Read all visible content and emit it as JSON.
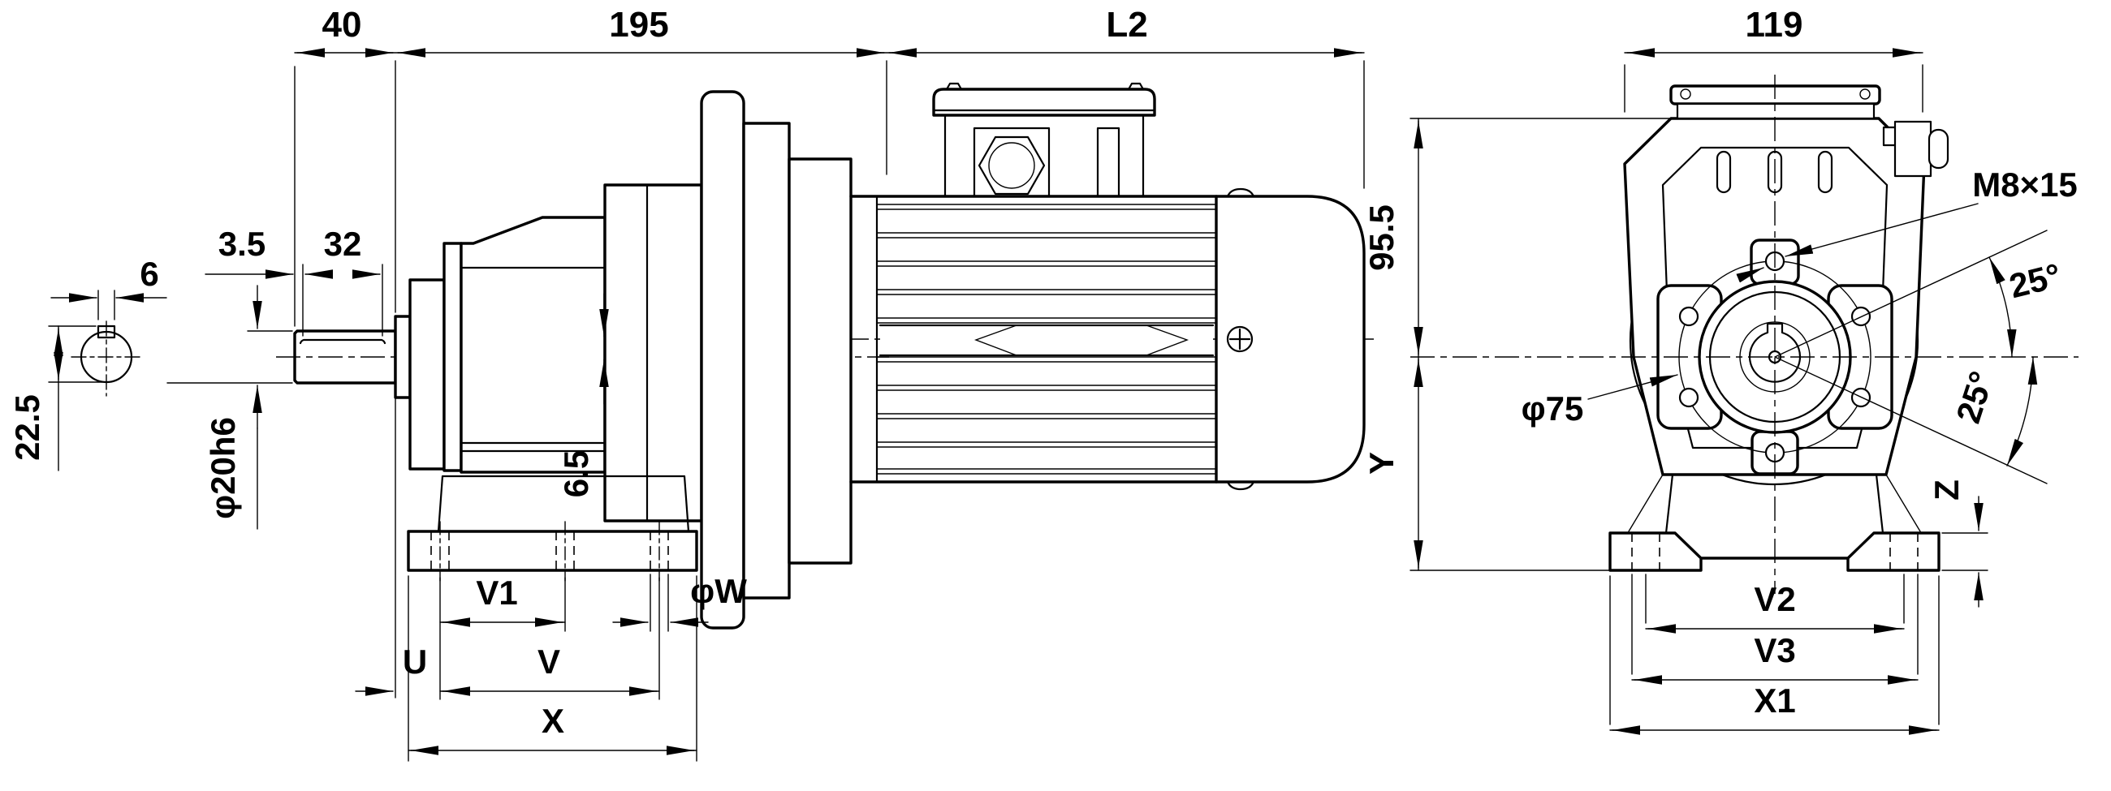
{
  "drawing_type": "gearmotor dimensional engineering drawing",
  "side_view": {
    "dims_top": {
      "shaft_extension": "40",
      "gear_unit_length": "195",
      "motor_length": "L2"
    },
    "key_section": {
      "key_width": "6",
      "section_height": "22.5"
    },
    "shaft": {
      "key_offset": "3.5",
      "key_length": "32",
      "diameter": "φ20h6"
    },
    "axis_offset": "6.5",
    "base": {
      "front_hole_pitch": "V1",
      "hole_diameter": "φW",
      "face_to_hole": "U",
      "outer_hole_pitch": "V",
      "base_length": "X"
    }
  },
  "end_view": {
    "body_width": "119",
    "height_above_axis": "95.5",
    "tapped_hole": "M8×15",
    "angle_upper": "25°",
    "angle_lower": "25°",
    "bolt_circle_diameter": "φ75",
    "axis_to_base": "Y",
    "foot_height": "Z",
    "feet": {
      "inner_pitch": "V2",
      "outer_pitch": "V3",
      "overall": "X1"
    }
  }
}
